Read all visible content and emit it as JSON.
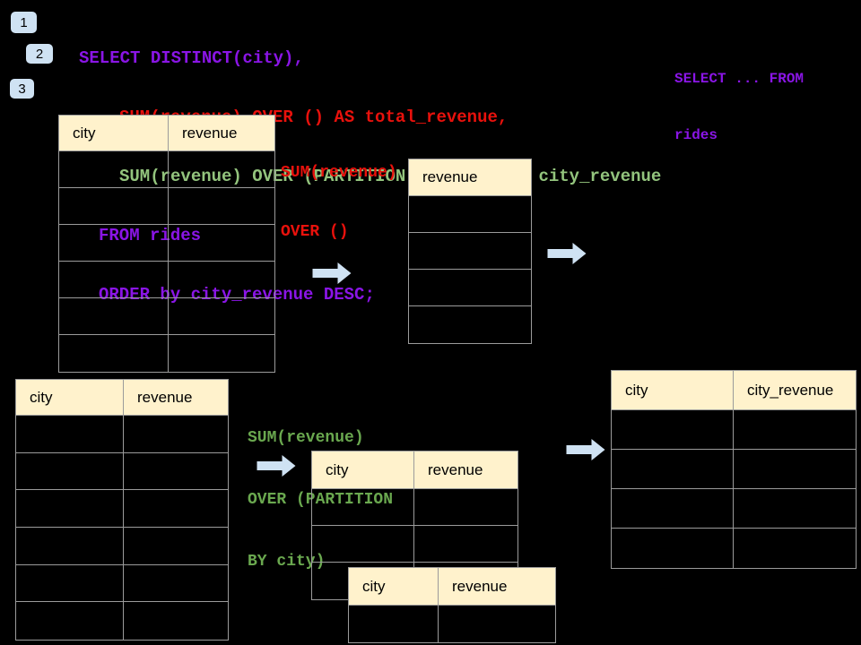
{
  "colors": {
    "background": "#000000",
    "purple": "#8a15e6",
    "red": "#e8110c",
    "sql_green": "#93c47d",
    "label_green": "#6aa84f",
    "accent_blue": "#cfe2f3",
    "header_fill": "#fff2cc",
    "table_border": "#9b9b9b"
  },
  "badges": [
    {
      "label": "1"
    },
    {
      "label": "2"
    },
    {
      "label": "3"
    }
  ],
  "sql": {
    "lines": [
      {
        "text": "SELECT DISTINCT(city),",
        "color": "purple"
      },
      {
        "text": "SUM(revenue) OVER () AS total_revenue,",
        "color": "red"
      },
      {
        "text": "SUM(revenue) OVER (PARTITION BY city) as city_revenue",
        "color": "sql_green"
      },
      {
        "text": "FROM rides",
        "color": "purple"
      },
      {
        "text": "ORDER by city_revenue DESC;",
        "color": "purple"
      }
    ]
  },
  "side_note": {
    "lines": [
      "SELECT ... FROM",
      "rides"
    ],
    "color": "purple"
  },
  "annotations": {
    "total_revenue": {
      "lines": [
        "SUM(revenue)",
        "OVER ()"
      ],
      "color": "red"
    },
    "partition": {
      "lines": [
        "SUM(revenue)",
        "OVER (PARTITION",
        "BY city)"
      ],
      "color": "label_green"
    }
  },
  "tables": [
    {
      "name": "rides-source-total",
      "columns": [
        "city",
        "revenue"
      ],
      "row_count": 6,
      "cells_empty": true
    },
    {
      "name": "total-revenue-result",
      "columns": [
        "revenue"
      ],
      "row_count": 4,
      "cells_empty": true
    },
    {
      "name": "rides-source-partition",
      "columns": [
        "city",
        "revenue"
      ],
      "row_count": 6,
      "cells_empty": true
    },
    {
      "name": "partition-intermediate",
      "columns": [
        "city",
        "revenue"
      ],
      "row_count": 3,
      "cells_empty": true
    },
    {
      "name": "partition-overlay",
      "columns": [
        "city",
        "revenue"
      ],
      "row_count": 1,
      "cells_empty": true
    },
    {
      "name": "city-revenue-result",
      "columns": [
        "city",
        "city_revenue"
      ],
      "row_count": 4,
      "cells_empty": true
    }
  ],
  "icons": {
    "arrow": "right-block-arrow"
  }
}
